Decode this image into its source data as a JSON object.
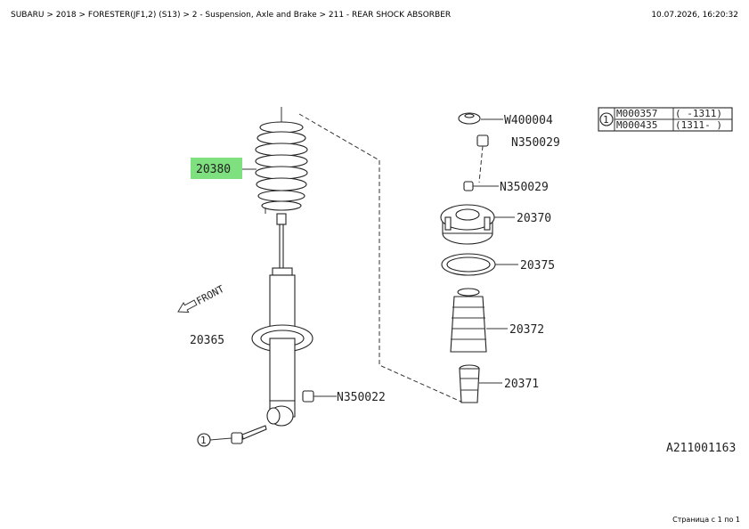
{
  "header": {
    "breadcrumb": "SUBARU > 2018 > FORESTER(JF1,2) (S13) > 2 - Suspension, Axle and Brake > 211 - REAR SHOCK ABSORBER",
    "timestamp": "10.07.2026, 16:20:32"
  },
  "diagram": {
    "parts": {
      "coil_spring": "20380",
      "shock_absorber": "20365",
      "nut_bottom": "N350022",
      "washer_top": "W400004",
      "nut_top": "N350029",
      "nut_mount": "N350029",
      "strut_mount": "20370",
      "seat_ring": "20375",
      "dust_boot": "20372",
      "bump_stopper": "20371"
    },
    "front_label": "FRONT",
    "callout_marker": "1",
    "legend": {
      "rows": [
        {
          "part": "M000357",
          "range": "( -1311)"
        },
        {
          "part": "M000435",
          "range": "(1311- )"
        }
      ]
    },
    "diagram_id": "A211001163",
    "highlight_color": "#7ee07e"
  },
  "footer": {
    "page_indicator": "Страница с 1 по 1"
  }
}
